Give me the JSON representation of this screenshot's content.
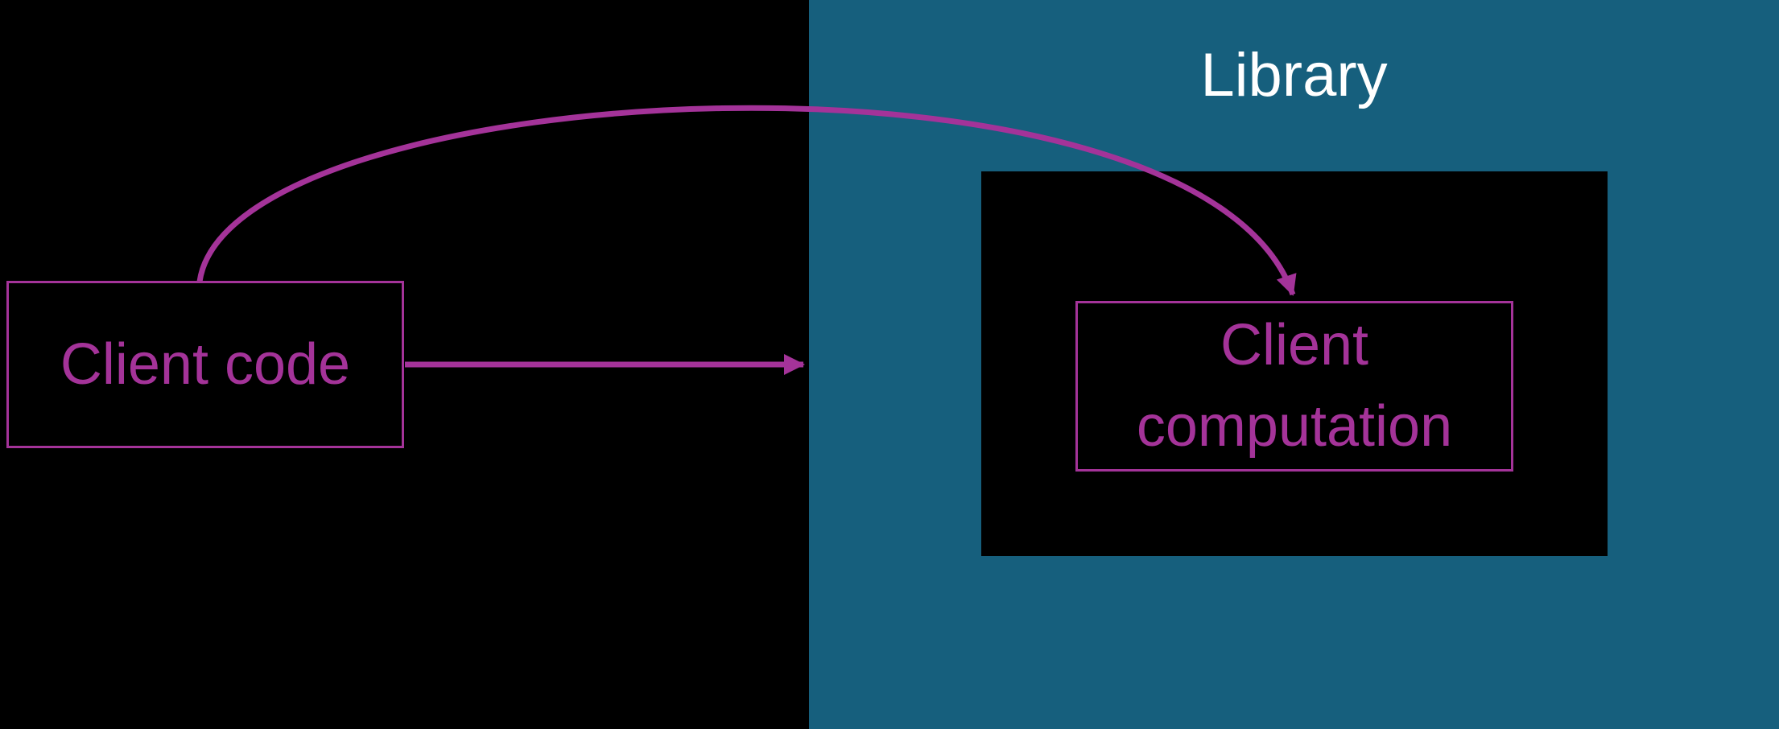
{
  "colors": {
    "background": "#000000",
    "library_panel_fill": "#165F7D",
    "accent_magenta": "#A43399",
    "library_label_text": "#FFFFFF"
  },
  "library": {
    "label": "Library"
  },
  "client_code": {
    "label": "Client code"
  },
  "client_computation": {
    "label": "Client computation"
  },
  "arrows": [
    {
      "name": "straight-call-arrow",
      "style": "straight",
      "from": "client-code-box",
      "to": "library-panel-boundary"
    },
    {
      "name": "curved-call-arrow",
      "style": "curved",
      "from": "client-code-box-top",
      "to": "client-computation-box-top"
    }
  ]
}
